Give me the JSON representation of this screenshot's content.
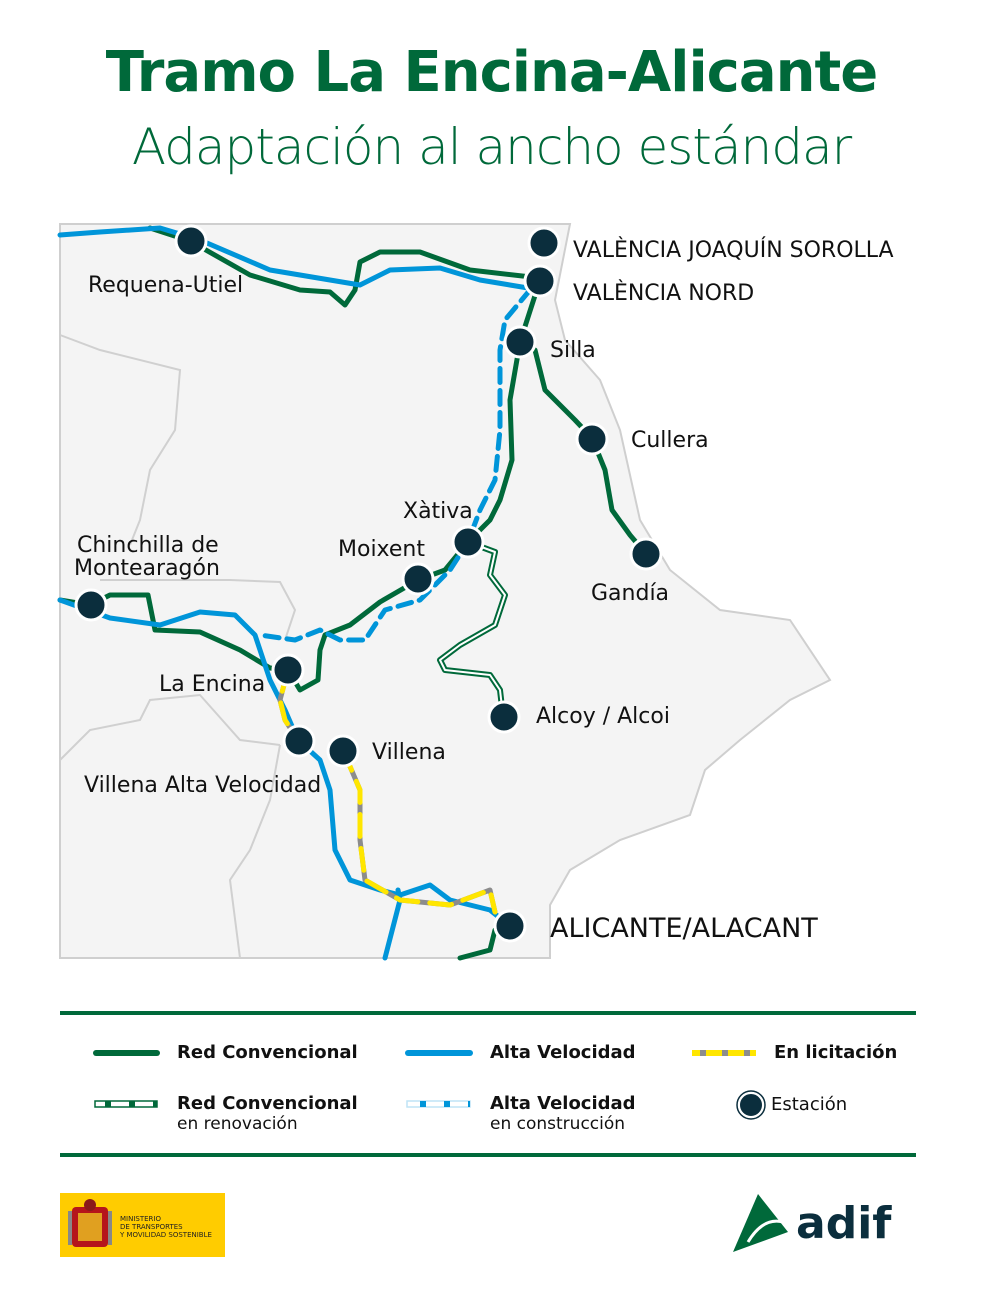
{
  "title": "Tramo La Encina-Alicante",
  "subtitle": "Adaptación al ancho estándar",
  "stations": {
    "valencia_js": "VALÈNCIA JOAQUÍN SOROLLA",
    "valencia_nord": "VALÈNCIA NORD",
    "requena": "Requena-Utiel",
    "silla": "Silla",
    "cullera": "Cullera",
    "xativa": "Xàtiva",
    "moixent": "Moixent",
    "chinchilla_1": "Chinchilla de",
    "chinchilla_2": "Montearagón",
    "gandia": "Gandía",
    "la_encina": "La Encina",
    "alcoy": "Alcoy / Alcoi",
    "villena": "Villena",
    "villena_av": "Villena Alta Velocidad",
    "alicante": "ALICANTE/ALACANT"
  },
  "legend": {
    "red_convencional": "Red Convencional",
    "alta_velocidad": "Alta Velocidad",
    "en_licitacion": "En licitación",
    "red_conv_renov": "Red Convencional",
    "red_conv_renov_sub": "en renovación",
    "av_construccion": "Alta Velocidad",
    "av_construccion_sub": "en construcción",
    "estacion": "Estación"
  },
  "logos": {
    "ministerio": "MINISTERIO DE TRANSPORTES Y MOVILIDAD SOSTENIBLE",
    "adif": "adif"
  },
  "colors": {
    "green": "#00693a",
    "blue": "#0095d9",
    "yellow": "#ffe600",
    "gray": "#8c8c8c",
    "station": "#0b2e3d",
    "land": "#f4f4f4"
  }
}
